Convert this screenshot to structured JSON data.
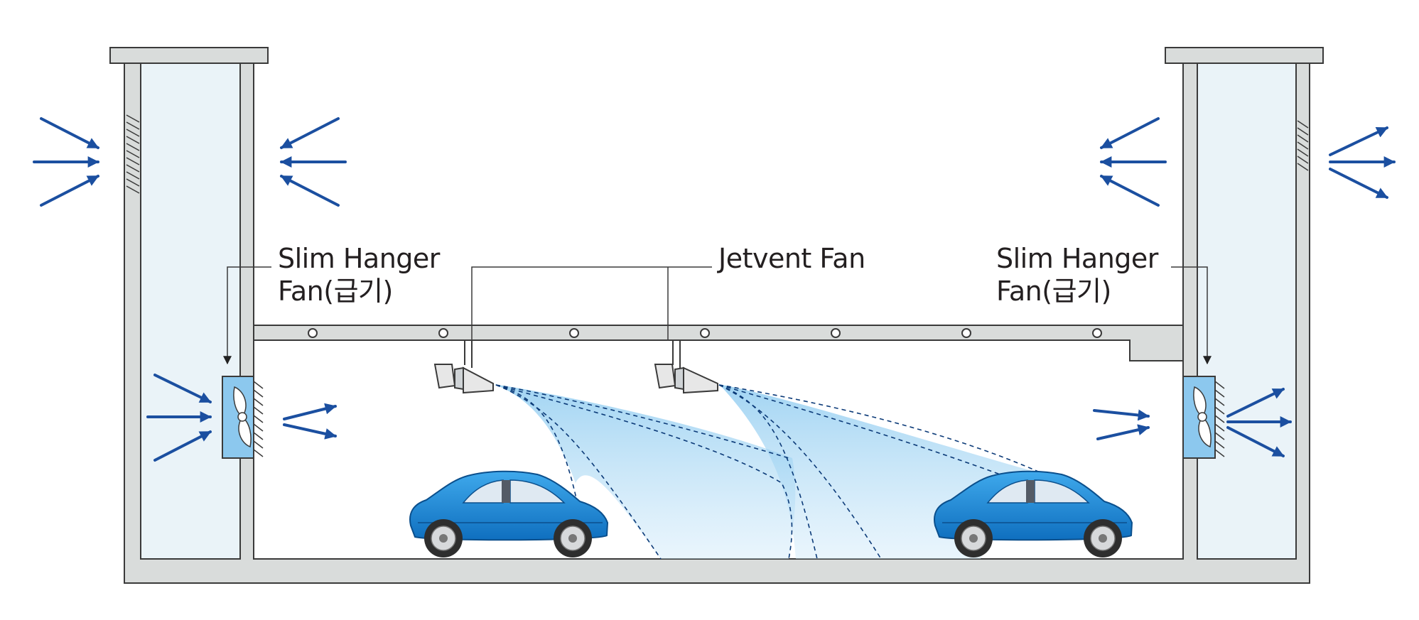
{
  "labels": {
    "left_fan": [
      "Slim Hanger",
      "Fan(급기)"
    ],
    "jetvent": "Jetvent Fan",
    "right_fan": [
      "Slim Hanger",
      "Fan(급기)"
    ]
  },
  "colors": {
    "wall_fill": "#d9dcdb",
    "wall_stroke": "#3a3a3a",
    "shaft_fill": "#eaf3f8",
    "arrow": "#1b4fa0",
    "fan_box": "#8cc8ee",
    "airflow": "#7cc3ee",
    "car_body": "#1a8ad6",
    "label_text": "#231f20"
  },
  "icons": [
    "air-arrow-icon",
    "slim-hanger-fan-icon",
    "jetvent-fan-icon",
    "car-icon"
  ]
}
